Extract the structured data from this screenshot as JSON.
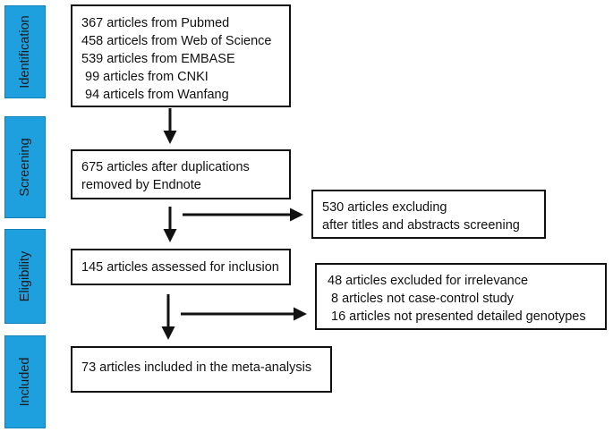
{
  "stages": [
    {
      "key": "identification",
      "label": "Identification"
    },
    {
      "key": "screening",
      "label": "Screening"
    },
    {
      "key": "eligibility",
      "label": "Eligibility"
    },
    {
      "key": "included",
      "label": "Included"
    }
  ],
  "boxes": {
    "identification": {
      "lines": [
        "367 articles from Pubmed",
        "458 articels from Web of Science",
        "539 articles from EMBASE",
        " 99 articles from CNKI",
        " 94 articels from Wanfang"
      ]
    },
    "screening": {
      "lines": [
        "675 articles after duplications",
        "removed by Endnote"
      ]
    },
    "screening_excluded": {
      "lines": [
        "530 articles excluding",
        "after titles and abstracts screening"
      ]
    },
    "eligibility": {
      "lines": [
        "145 articles assessed for inclusion"
      ]
    },
    "eligibility_excluded": {
      "lines": [
        "48 articles excluded for irrelevance",
        " 8 articles not case-control study",
        " 16 articles not presented detailed genotypes"
      ]
    },
    "included": {
      "lines": [
        "73 articles included in the meta-analysis"
      ]
    }
  }
}
